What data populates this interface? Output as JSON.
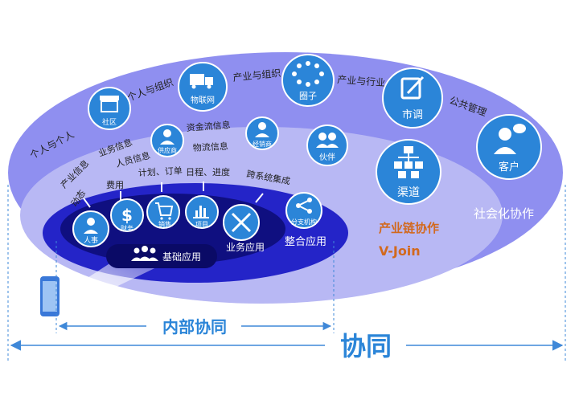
{
  "outer_labels": {
    "geren_geren": "个人与个人",
    "geren_zuzhi": "个人与组织",
    "chanye_zuzhi": "产业与组织",
    "chanye_hangye": "产业与行业",
    "gonggong_guanli": "公共管理",
    "shehuihua_xiezuo": "社会化协作"
  },
  "mid_labels": {
    "chanye_xinxi": "产业信息",
    "yewu_xinxi": "业务信息",
    "renyuan_xinxi": "人员信息",
    "zijinliu_xinxi": "资金流信息",
    "wuliu_xinxi": "物流信息",
    "chanyelian_xiezuo": "产业链协作",
    "vjoin": "V-Join"
  },
  "inner_labels": {
    "dongtai": "动态",
    "feiyong": "费用",
    "jihua_dingdan": "计划、订单",
    "richeng_jindu": "日程、进度",
    "kuaxitong_jicheng": "跨系统集成",
    "zhenghe_yingyong": "整合应用",
    "yewu_yingyong": "业务应用",
    "jichu_yingyong": "基础应用"
  },
  "nodes": {
    "shequ": "社区",
    "wulianwang": "物联网",
    "quanzi": "圈子",
    "shidiao": "市调",
    "kehu": "客户",
    "gongyingshang": "供应商",
    "jingxiaoshang": "经销商",
    "huoban": "伙伴",
    "qudao": "渠道",
    "renshi": "人事",
    "caiwu": "财务",
    "xiaoshou": "销售",
    "xiangmu": "项目",
    "fenzhi_jigou": "分支机构"
  },
  "scope": {
    "neibu_xietong": "内部协同",
    "xietong": "协同"
  },
  "colors": {
    "outer": "#8f8ff0",
    "middle": "#b8b8f4",
    "inner": "#2424c8",
    "core": "#0f0f80",
    "node_blue": "#2b85d8",
    "accent": "#d2691e",
    "line": "#3f88d8"
  }
}
